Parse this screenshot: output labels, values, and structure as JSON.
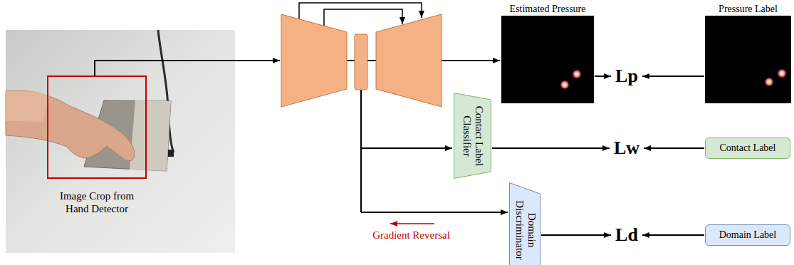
{
  "diagram": {
    "nodes": [
      {
        "text": [
          "Estimated Pressure"
        ]
      },
      {
        "text": [
          "Pressure Label"
        ]
      },
      {
        "text": [
          "Lp"
        ]
      },
      {
        "text": [
          "Contact Label Classifier"
        ]
      },
      {
        "text": [
          "Lw"
        ]
      },
      {
        "text": [
          "Contact Label"
        ]
      },
      {
        "text": [
          "Domain Discriminator"
        ]
      },
      {
        "text": [
          "Ld"
        ]
      },
      {
        "text": [
          "Domain Label"
        ]
      }
    ],
    "edges": [
      {
        "from": 0,
        "to": 2,
        "arrow": "to"
      },
      {
        "from": 1,
        "to": 2,
        "arrow": "to"
      },
      {
        "from": 3,
        "to": 4,
        "arrow": "to"
      },
      {
        "from": 5,
        "to": 4,
        "arrow": "to"
      },
      {
        "from": 6,
        "to": 7,
        "arrow": "to"
      },
      {
        "from": 8,
        "to": 7,
        "arrow": "to"
      }
    ],
    "labels": [
      "Image Crop from Hand Detector",
      "Gradient Reversal"
    ]
  }
}
